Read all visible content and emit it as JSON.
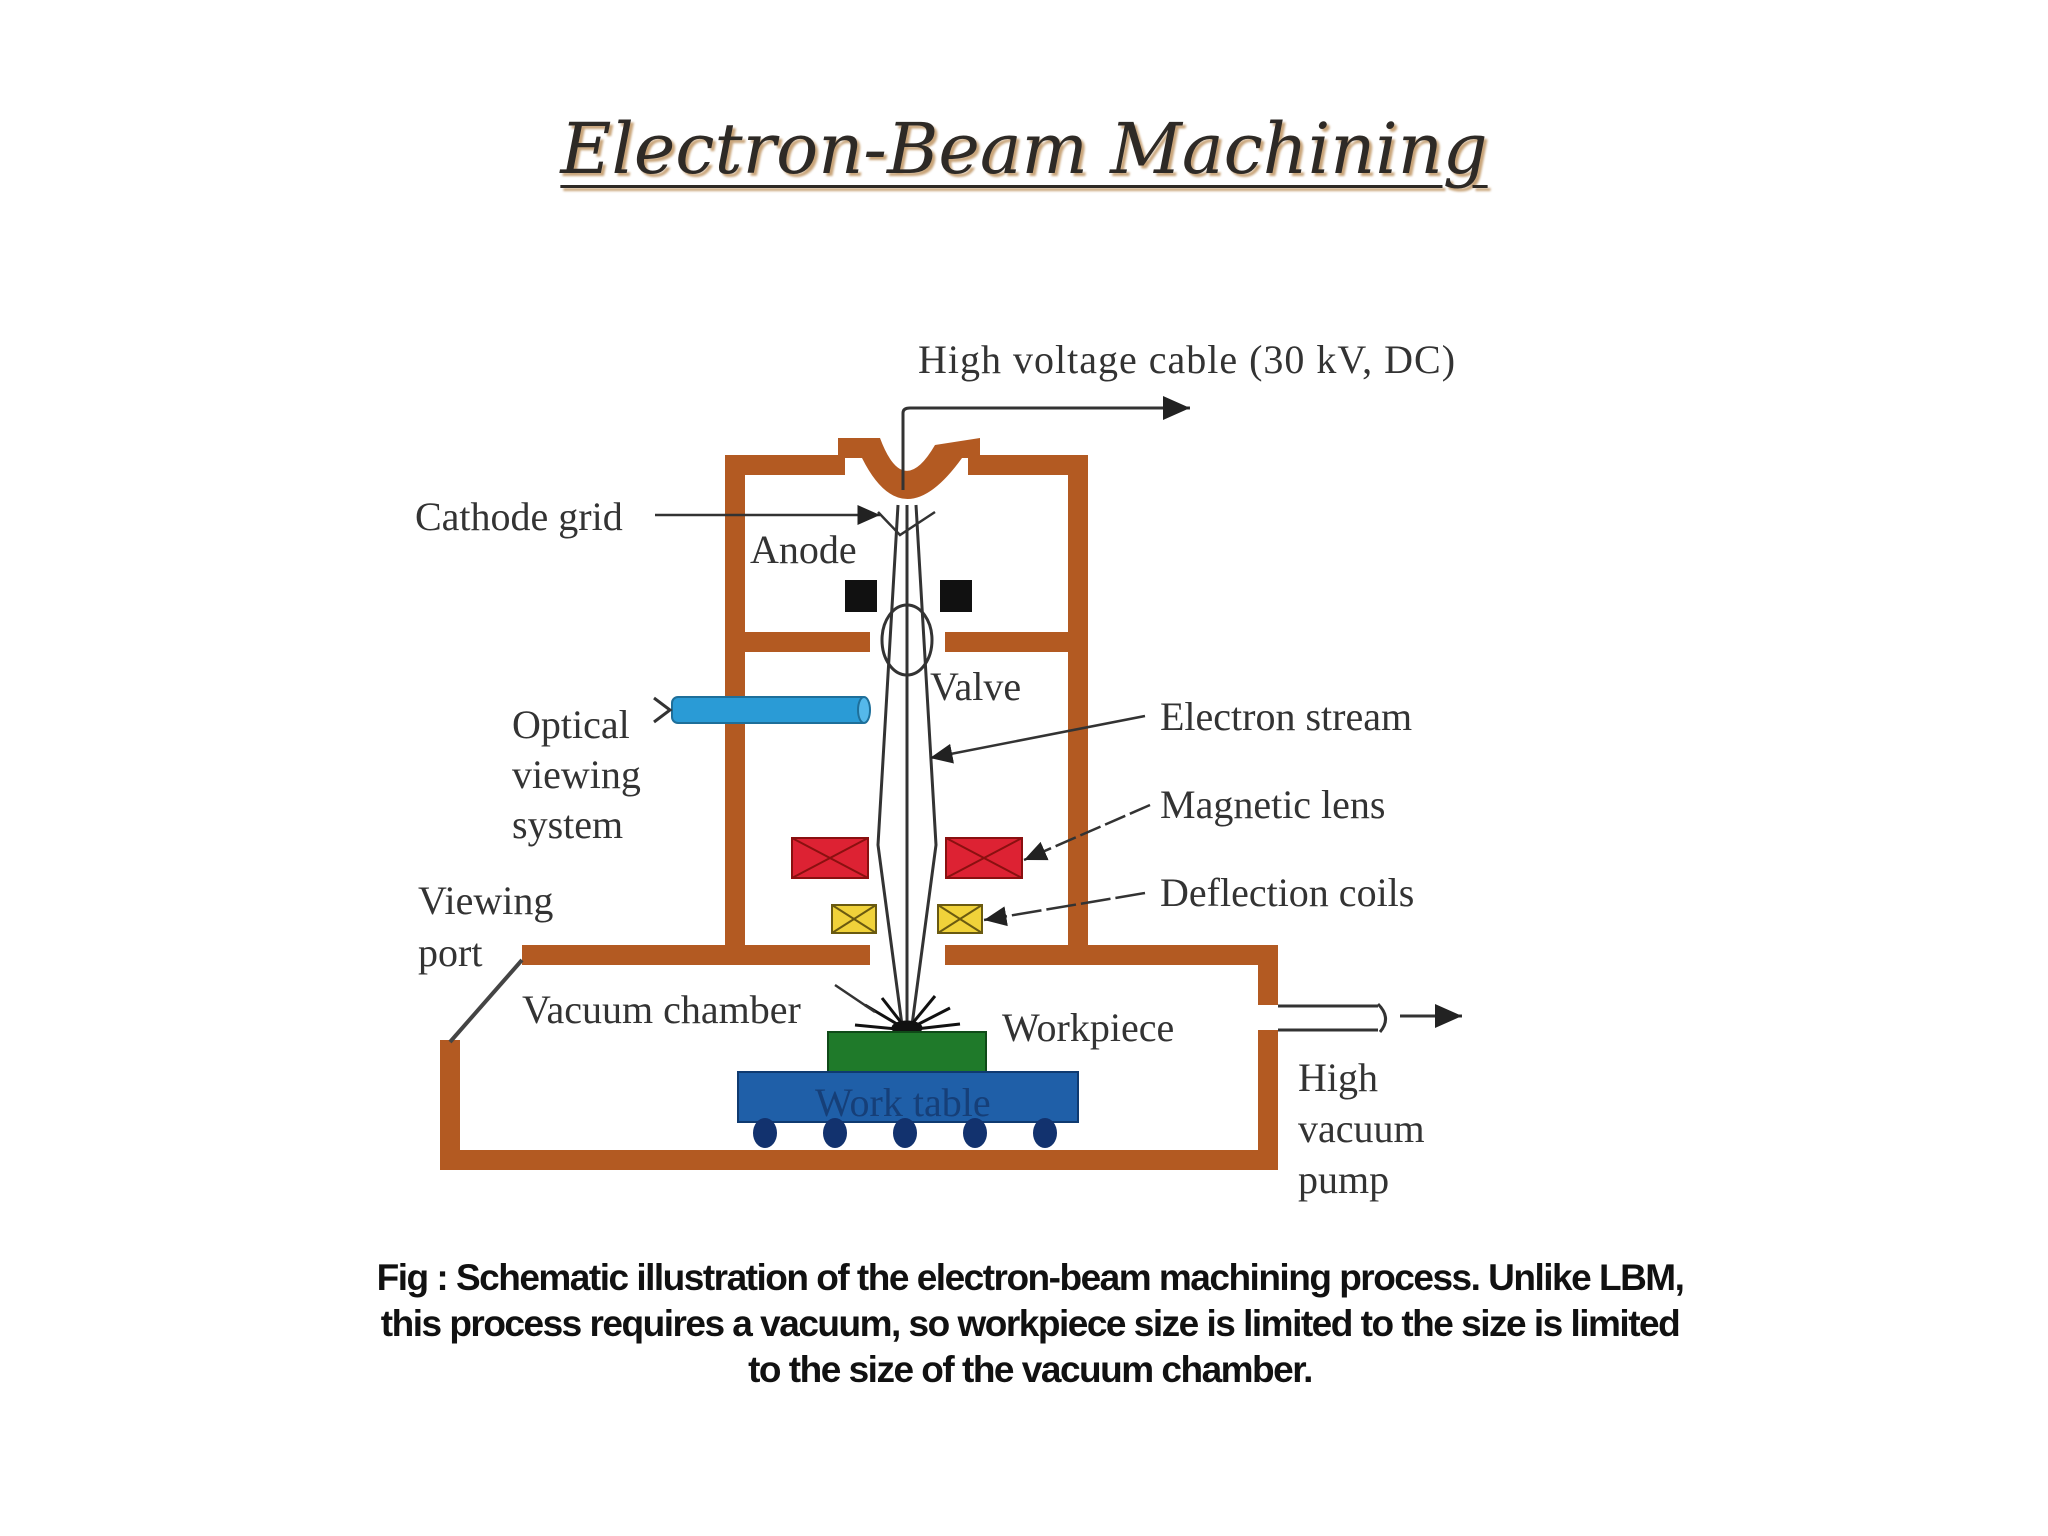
{
  "title": "Electron-Beam Machining",
  "labels": {
    "high_voltage_cable": "High voltage cable (30 kV, DC)",
    "cathode_grid": "Cathode grid",
    "anode": "Anode",
    "valve": "Valve",
    "optical_viewing_system": [
      "Optical",
      "viewing",
      "system"
    ],
    "electron_stream": "Electron stream",
    "magnetic_lens": "Magnetic lens",
    "deflection_coils": "Deflection coils",
    "viewing_port": [
      "Viewing",
      "port"
    ],
    "vacuum_chamber": "Vacuum chamber",
    "workpiece": "Workpiece",
    "work_table": "Work table",
    "high_vacuum_pump": [
      "High",
      "vacuum",
      "pump"
    ]
  },
  "caption": [
    "Fig : Schematic illustration of the electron-beam machining process. Unlike LBM,",
    "this process requires a vacuum, so workpiece size is limited to the size is limited",
    "to the size of the vacuum chamber."
  ],
  "colors": {
    "housing": "#b35a22",
    "optical_tube": "#2a9bd6",
    "magnetic_lens": "#dd2233",
    "deflection_coils": "#f0d23a",
    "workpiece": "#1f7a2a",
    "work_table": "#1f5fa8",
    "rollers": "#12326e",
    "anode": "#111111"
  }
}
